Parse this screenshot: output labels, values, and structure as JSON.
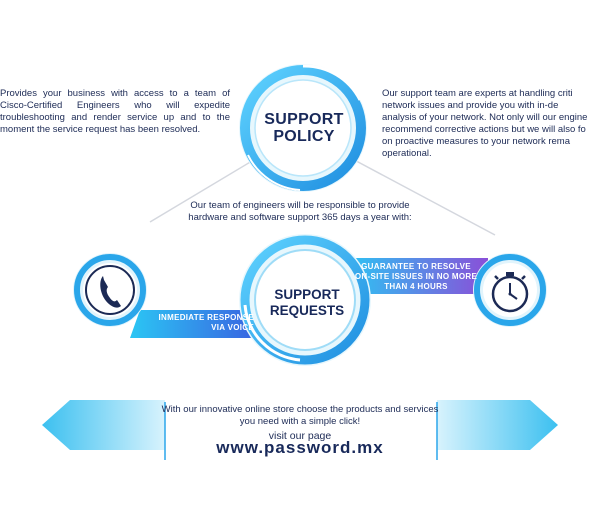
{
  "policy": {
    "title_line1": "SUPPORT",
    "title_line2": "POLICY",
    "left_text": "Provides your business with access to a team of Cisco-Certified Engineers who will expedite troubleshooting and render service up and to the moment the service request has been resolved.",
    "right_text": "Our support team are experts at handling criti\nnetwork issues and provide you with in-de\nanalysis of your network. Not only will our engine\nrecommend corrective actions but we will also fo\non proactive measures to your network rema\noperational.",
    "middle_text": "Our team of engineers will be responsible to provide hardware and software support 365 days a year with:"
  },
  "requests": {
    "title_line1": "SUPPORT",
    "title_line2": "REQUESTS",
    "left_banner_line1": "INMEDIATE RESPONSE",
    "left_banner_line2": "VIA VOICE",
    "right_banner_line1": "GUARANTEE TO RESOLVE",
    "right_banner_line2": "ON-SITE ISSUES IN NO MORE",
    "right_banner_line3": "THAN 4 HOURS"
  },
  "footer": {
    "text": "With our innovative online store choose the products and services you need with a simple click!",
    "visit": "visit our page",
    "url": "www.password.mx"
  },
  "icons": {
    "left_circle": "phone-icon",
    "right_circle": "stopwatch-icon"
  },
  "colors": {
    "dark_blue": "#18295a",
    "light_blue": "#28b4ee",
    "banner_blue_start": "#3f7fe6",
    "banner_blue_end": "#27c1f2"
  }
}
